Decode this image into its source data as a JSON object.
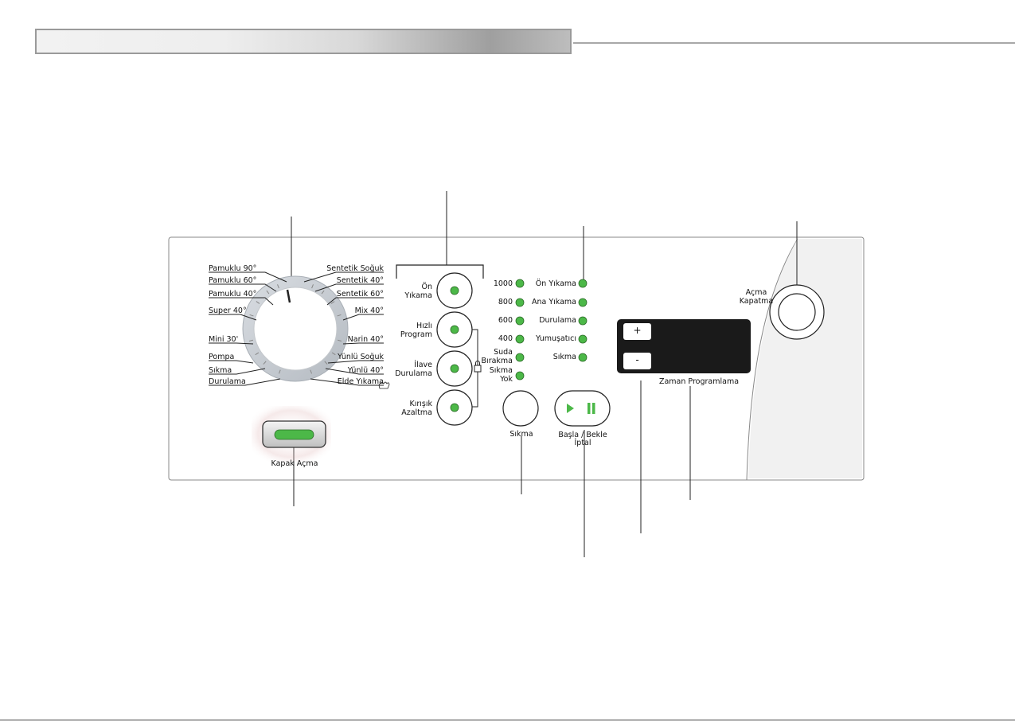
{
  "programs_left": [
    "Pamuklu 90°",
    "Pamuklu 60°",
    "Pamuklu 40°",
    "Super 40°",
    "Mini 30'",
    "Pompa",
    "Sıkma",
    "Durulama"
  ],
  "programs_right": [
    "Sentetik Soğuk",
    "Sentetik 40°",
    "Sentetik 60°",
    "Mix 40°",
    "Narin 40°",
    "Yünlü Soğuk",
    "Yünlü 40°",
    "Elde Yıkama"
  ],
  "option_buttons": [
    {
      "line1": "Ön",
      "line2": "Yıkama"
    },
    {
      "line1": "Hızlı",
      "line2": "Program"
    },
    {
      "line1": "İlave",
      "line2": "Durulama"
    },
    {
      "line1": "Kırışık",
      "line2": "Azaltma"
    }
  ],
  "spin_leds": [
    "1000",
    "800",
    "600",
    "400",
    "Suda Bırakma",
    "Sıkma Yok"
  ],
  "phase_leds": [
    "Ön Yıkama",
    "Ana Yıkama",
    "Durulama",
    "Yumuşatıcı",
    "Sıkma"
  ],
  "spin_button_label": "Sıkma",
  "start_label_line1": "Başla / Bekle",
  "start_label_line2": "İptal",
  "door_label": "Kapak Açma",
  "time_label": "Zaman Programlama",
  "time_plus": "+",
  "time_minus": "-",
  "power_line1": "Açma",
  "power_line2": "Kapatma",
  "colors": {
    "led": "#4cb848",
    "panel_border": "#888888",
    "display": "#1a1a1a"
  }
}
